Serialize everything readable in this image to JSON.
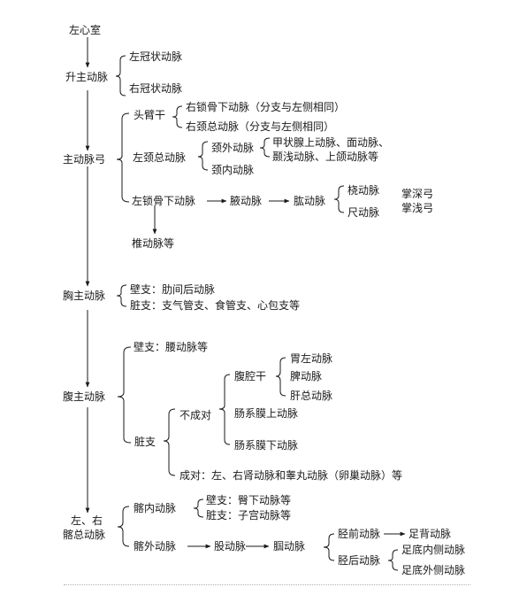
{
  "nodes": {
    "left_ventricle": "左心室",
    "ascending_aorta": "升主动脉",
    "left_coronary": "左冠状动脉",
    "right_coronary": "右冠状动脉",
    "aortic_arch": "主动脉弓",
    "brachiocephalic_trunk": "头臂干",
    "right_subclavian": "右锁骨下动脉（分支与左侧相同）",
    "right_common_carotid": "右颈总动脉（分支与左侧相同）",
    "left_common_carotid": "左颈总动脉",
    "external_carotid": "颈外动脉",
    "ext_branches_1": "甲状腺上动脉、面动脉、",
    "ext_branches_2": "颞浅动脉、上颌动脉等",
    "internal_carotid": "颈内动脉",
    "left_subclavian": "左锁骨下动脉",
    "axillary": "腋动脉",
    "brachial": "肱动脉",
    "radial": "桡动脉",
    "ulnar": "尺动脉",
    "deep_palmar_arch": "掌深弓",
    "superficial_palmar_arch": "掌浅弓",
    "vertebral": "椎动脉等",
    "thoracic_aorta": "胸主动脉",
    "thoracic_parietal": "壁支：肋间后动脉",
    "thoracic_visceral": "脏支：支气管支、食管支、心包支等",
    "abdominal_aorta": "腹主动脉",
    "abdominal_parietal": "壁支：腰动脉等",
    "abdominal_visceral": "脏支",
    "unpaired": "不成对",
    "celiac_trunk": "腹腔干",
    "left_gastric": "胃左动脉",
    "splenic": "脾动脉",
    "common_hepatic": "肝总动脉",
    "superior_mesenteric": "肠系膜上动脉",
    "inferior_mesenteric": "肠系膜下动脉",
    "paired": "成对：左、右肾动脉和睾丸动脉（卵巢动脉）等",
    "common_iliac_1": "左、右",
    "common_iliac_2": "髂总动脉",
    "internal_iliac": "髂内动脉",
    "internal_iliac_parietal": "壁支：臀下动脉等",
    "internal_iliac_visceral": "脏支：子宫动脉等",
    "external_iliac": "髂外动脉",
    "femoral": "股动脉",
    "popliteal": "腘动脉",
    "anterior_tibial": "胫前动脉",
    "dorsalis_pedis": "足背动脉",
    "posterior_tibial": "胫后动脉",
    "medial_plantar": "足底内侧动脉",
    "lateral_plantar": "足底外侧动脉"
  }
}
